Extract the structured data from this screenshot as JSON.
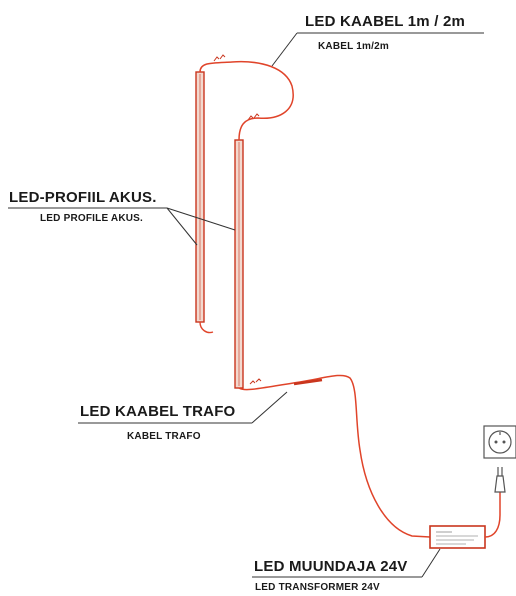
{
  "labels": {
    "cable_main": "LED KAABEL 1m / 2m",
    "cable_sub": "KABEL 1m/2m",
    "profile_main": "LED-PROFIIL AKUS.",
    "profile_sub": "LED PROFILE AKUS.",
    "trafo_cable_main": "LED KAABEL TRAFO",
    "trafo_cable_sub": "KABEL TRAFO",
    "transformer_main": "LED MUUNDAJA 24V",
    "transformer_sub": "LED TRANSFORMER 24V"
  },
  "colors": {
    "cable": "#e0442a",
    "profile_outline": "#c9361e",
    "profile_fill": "#f3d9cf",
    "leader": "#333333",
    "socket": "#555555"
  },
  "icons": {
    "socket": "wall-socket-icon",
    "plug": "power-plug-icon",
    "transformer": "transformer-box-icon"
  }
}
